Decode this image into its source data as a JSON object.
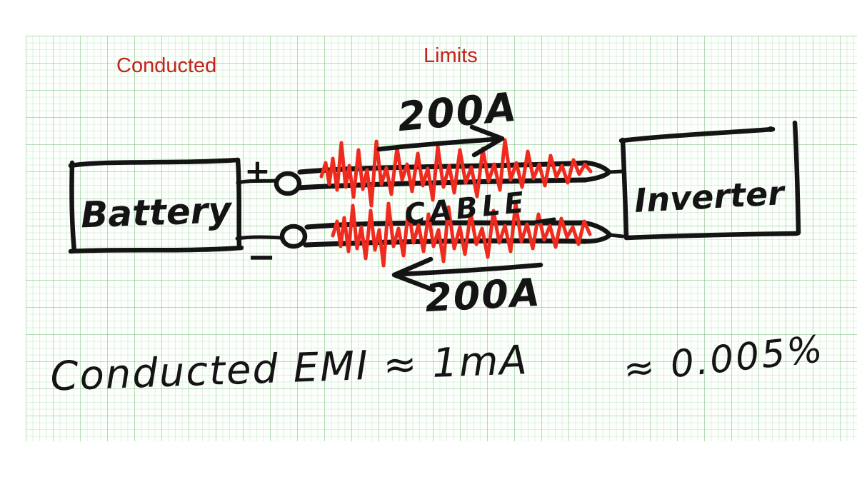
{
  "canvas": {
    "description": "hand-drawn sketch on green grid paper",
    "paper_color": "#fdfffd",
    "grid_color": "#cfe7cf",
    "ink_color": "#141414",
    "noise_color": "#ee2b1e",
    "label_color": "#c0241a"
  },
  "labels": {
    "conducted": "Conducted",
    "limits": "Limits"
  },
  "diagram": {
    "battery_label": "Battery",
    "inverter_label": "Inverter",
    "cable_label": "CABLE",
    "plus": "+",
    "minus": "−",
    "top_current": "200A",
    "bottom_current": "200A",
    "top_arrow_direction": "right",
    "bottom_arrow_direction": "left"
  },
  "annotation": {
    "formula": "Conducted EMI ≈ 1mA",
    "percent": "≈ 0.005%"
  }
}
